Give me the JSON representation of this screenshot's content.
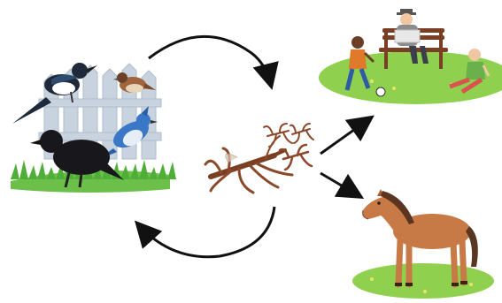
{
  "diagram": {
    "nodes": [
      {
        "id": "birds",
        "icon": "birds-on-fence-icon"
      },
      {
        "id": "mosquitoes",
        "icon": "mosquitoes-icon"
      },
      {
        "id": "humans",
        "icon": "people-in-park-icon"
      },
      {
        "id": "horse",
        "icon": "horse-icon"
      }
    ],
    "edges": [
      {
        "from": "birds",
        "to": "mosquitoes"
      },
      {
        "from": "mosquitoes",
        "to": "birds"
      },
      {
        "from": "mosquitoes",
        "to": "humans"
      },
      {
        "from": "mosquitoes",
        "to": "horse"
      }
    ]
  },
  "colors": {
    "grass": "#8fd14f",
    "grass_dark": "#5fb33a",
    "fence": "#c8d3df",
    "arrow": "#111111",
    "mosquito": "#8a4a2a",
    "horse": "#c77a45",
    "mane": "#5a3520"
  }
}
